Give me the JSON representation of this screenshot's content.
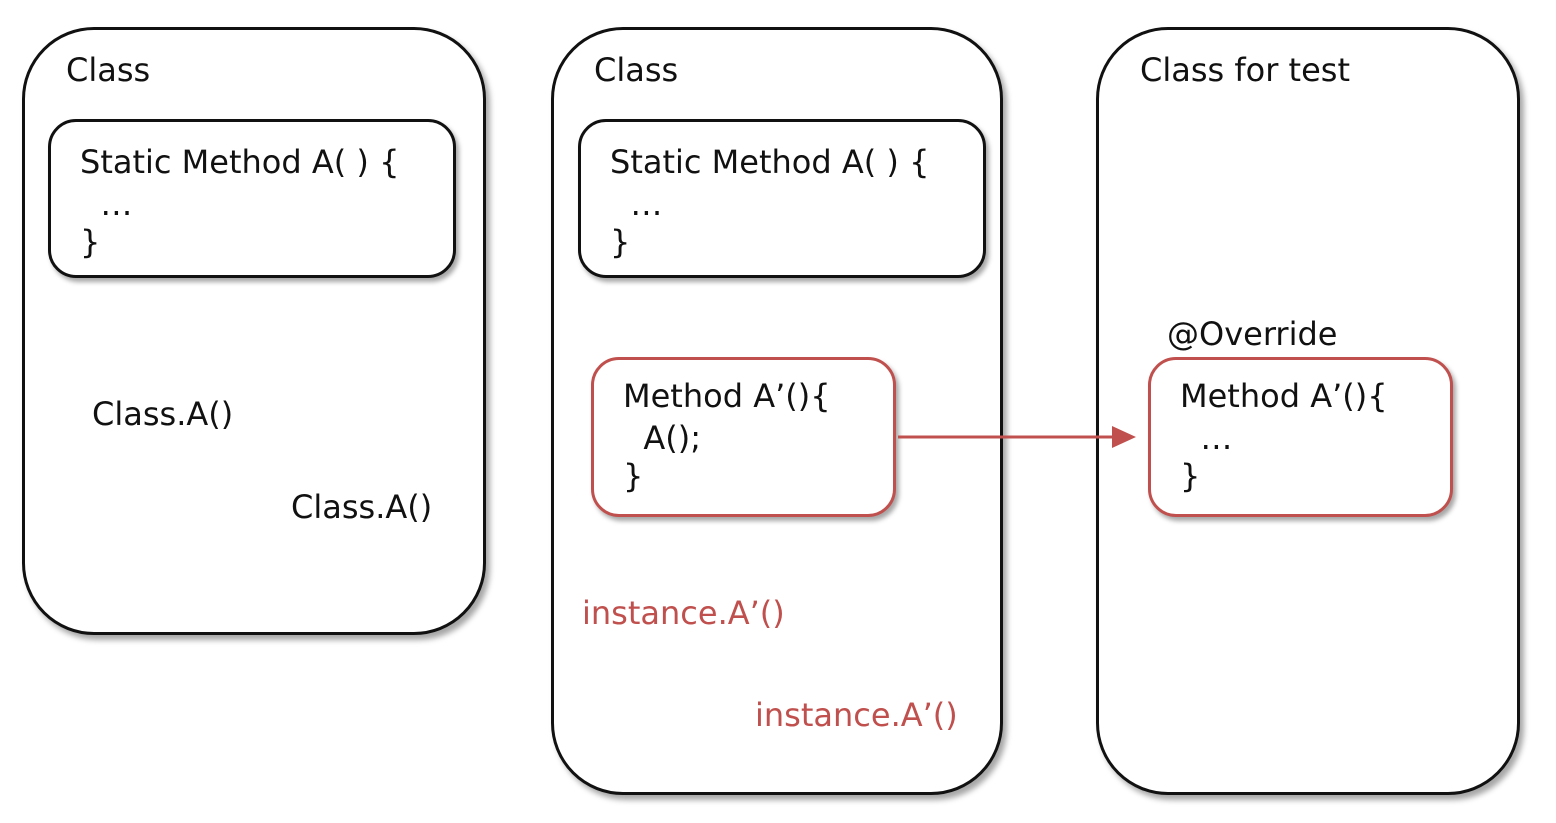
{
  "colors": {
    "outline": "#111111",
    "accent": "#c0504d",
    "background": "#ffffff"
  },
  "panels": [
    {
      "title": "Class",
      "static_method": {
        "line1": "Static Method A( ) {",
        "line2": "  …",
        "line3": "}"
      },
      "calls": [
        "Class.A()",
        "Class.A()"
      ]
    },
    {
      "title": "Class",
      "static_method": {
        "line1": "Static Method A( ) {",
        "line2": "  …",
        "line3": "}"
      },
      "wrapper_method": {
        "line1": "Method A’(){",
        "line2": "  A();",
        "line3": "}"
      },
      "calls": [
        "instance.A’()",
        "instance.A’()"
      ]
    },
    {
      "title": "Class for test",
      "annotation": "@Override",
      "override_method": {
        "line1": "Method A’(){",
        "line2": "  …",
        "line3": "}"
      }
    }
  ]
}
